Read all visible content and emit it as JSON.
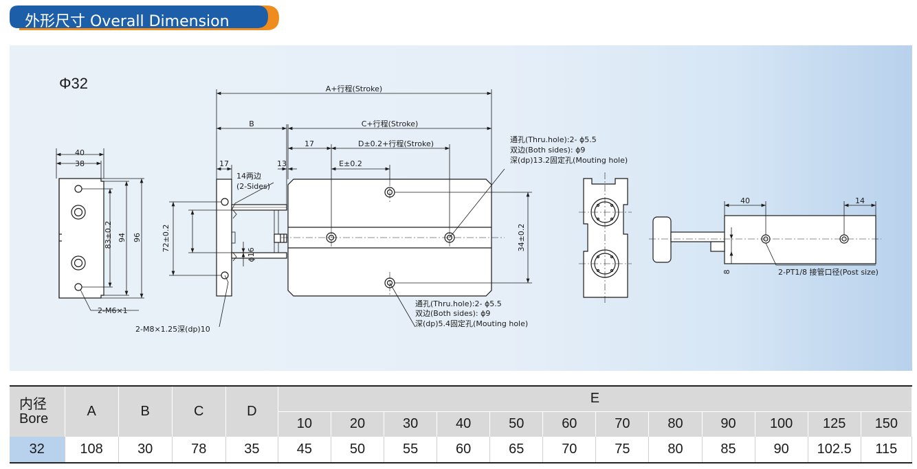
{
  "header": {
    "title": "外形尺寸 Overall Dimension",
    "accent_color": "#f08c1e",
    "bar_color": "#1d5ea8"
  },
  "drawing": {
    "bore_label": "Φ32",
    "dims": {
      "a_stroke": "A+行程(Stroke)",
      "b": "B",
      "c_stroke": "C+行程(Stroke)",
      "d_stroke": "D±0.2+行程(Stroke)",
      "e": "E±0.2",
      "v17a": "17",
      "v17b": "17",
      "v13": "13",
      "v40a": "40",
      "v38": "38",
      "v83": "83±0.2",
      "v94": "94",
      "v96": "96",
      "v72": "72±0.2",
      "phi16": "ϕ16",
      "v34": "34±0.2",
      "v40b": "40",
      "v14": "14",
      "v8": "8"
    },
    "notes": {
      "sides_14_line1": "14两边",
      "sides_14_line2": "(2-Sides)",
      "m6": "2-M6×1",
      "m8": "2-M8×1.25深(dp)10",
      "top_hole": [
        "通孔(Thru.hole):2- ϕ5.5",
        "双边(Both sides): ϕ9",
        "深(dp)13.2固定孔(Mouting hole)"
      ],
      "bottom_hole": [
        "通孔(Thru.hole):2- ϕ5.5",
        "双边(Both sides): ϕ9",
        "深(dp)5.4固定孔(Mouting hole)"
      ],
      "port": "2-PT1/8 接管口径(Post size)"
    }
  },
  "table": {
    "bore_header": [
      "内径",
      "Bore"
    ],
    "columns": [
      "A",
      "B",
      "C",
      "D"
    ],
    "e_header": "E",
    "e_strokes": [
      "10",
      "20",
      "30",
      "40",
      "50",
      "60",
      "70",
      "80",
      "90",
      "100",
      "125",
      "150"
    ],
    "rows": [
      {
        "bore": "32",
        "a": "108",
        "b": "30",
        "c": "78",
        "d": "35",
        "e": [
          "45",
          "50",
          "55",
          "60",
          "65",
          "70",
          "75",
          "80",
          "85",
          "90",
          "102.5",
          "115"
        ]
      }
    ]
  }
}
